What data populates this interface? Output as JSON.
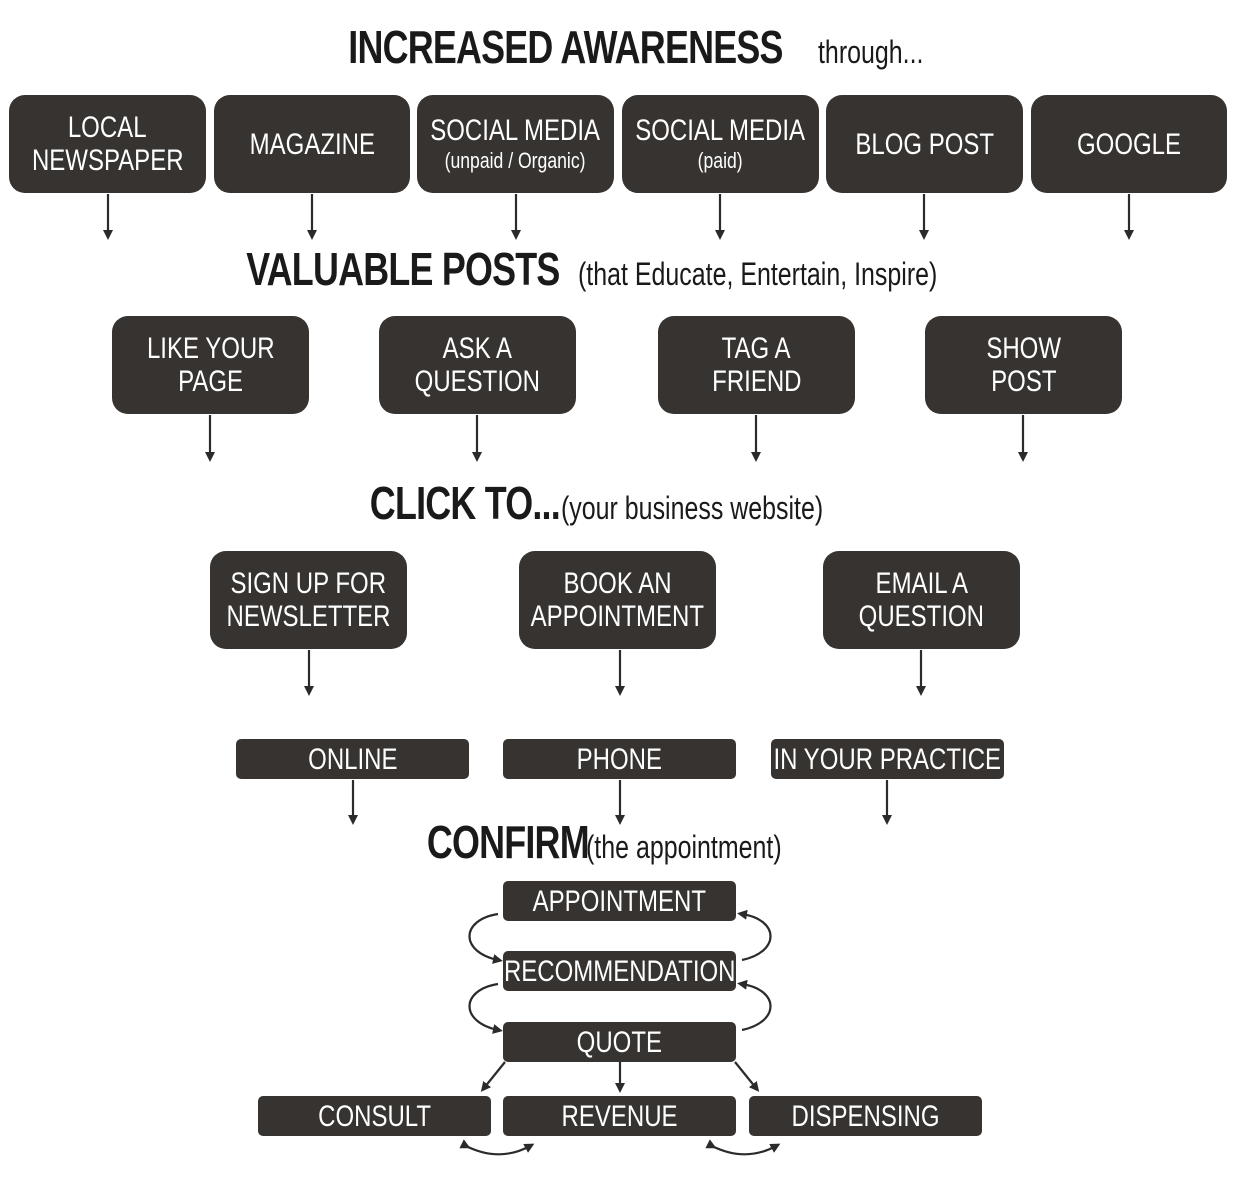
{
  "awareness": {
    "title": "INCREASED AWARENESS",
    "subtitle": "through...",
    "sources": [
      {
        "line1": "LOCAL",
        "line2": "NEWSPAPER",
        "sub": ""
      },
      {
        "line1": "MAGAZINE",
        "line2": "",
        "sub": ""
      },
      {
        "line1": "SOCIAL MEDIA",
        "line2": "",
        "sub": "(unpaid / Organic)"
      },
      {
        "line1": "SOCIAL MEDIA",
        "line2": "",
        "sub": "(paid)"
      },
      {
        "line1": "BLOG POST",
        "line2": "",
        "sub": ""
      },
      {
        "line1": "GOOGLE",
        "line2": "",
        "sub": ""
      }
    ]
  },
  "posts": {
    "title": "VALUABLE POSTS",
    "subtitle": "(that Educate, Entertain, Inspire)",
    "actions": [
      {
        "line1": "LIKE YOUR",
        "line2": "PAGE"
      },
      {
        "line1": "ASK A",
        "line2": "QUESTION"
      },
      {
        "line1": "TAG A",
        "line2": "FRIEND"
      },
      {
        "line1": "SHOW",
        "line2": "POST"
      }
    ]
  },
  "click": {
    "title": "CLICK TO...",
    "subtitle": "(your business website)",
    "actions": [
      {
        "line1": "SIGN UP FOR",
        "line2": "NEWSLETTER"
      },
      {
        "line1": "BOOK AN",
        "line2": "APPOINTMENT"
      },
      {
        "line1": "EMAIL A",
        "line2": "QUESTION"
      }
    ],
    "channels": [
      "ONLINE",
      "PHONE",
      "IN YOUR PRACTICE"
    ]
  },
  "confirm": {
    "title": "CONFIRM",
    "subtitle": "(the appointment)",
    "steps": [
      "APPOINTMENT",
      "RECOMMENDATION",
      "QUOTE"
    ],
    "outcomes": [
      "CONSULT",
      "REVENUE",
      "DISPENSING"
    ]
  },
  "colors": {
    "box": "#363330",
    "text": "#ffffff",
    "arrow": "#2b2b2b"
  }
}
